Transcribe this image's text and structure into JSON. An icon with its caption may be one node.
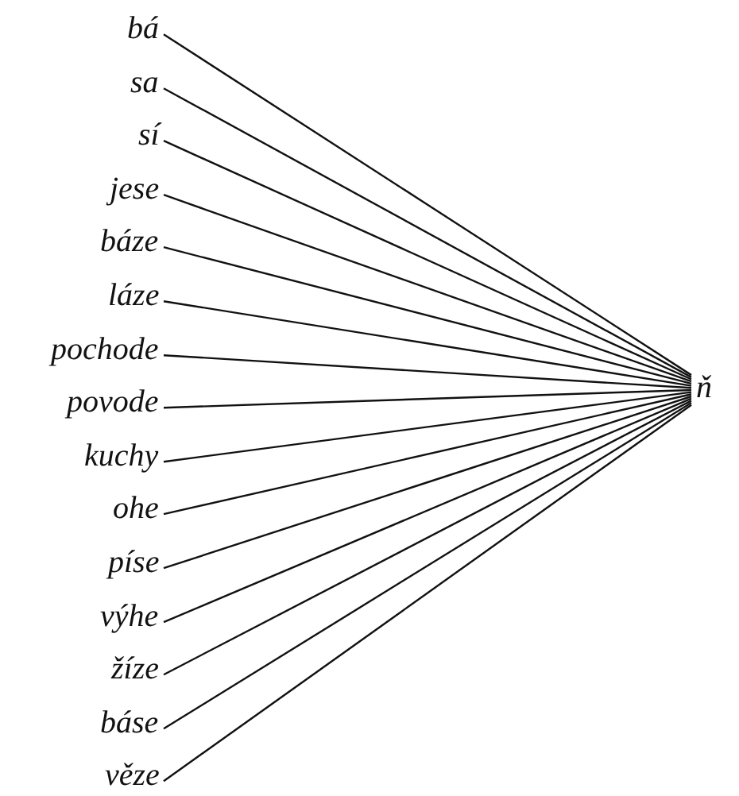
{
  "diagram": {
    "nodes": [
      {
        "text": [
          "bá"
        ]
      },
      {
        "text": [
          "sa"
        ]
      },
      {
        "text": [
          "sí"
        ]
      },
      {
        "text": [
          "jese"
        ]
      },
      {
        "text": [
          "báze"
        ]
      },
      {
        "text": [
          "láze"
        ]
      },
      {
        "text": [
          "pochode"
        ]
      },
      {
        "text": [
          "povode"
        ]
      },
      {
        "text": [
          "kuchy"
        ]
      },
      {
        "text": [
          "ohe"
        ]
      },
      {
        "text": [
          "píse"
        ]
      },
      {
        "text": [
          "výhe"
        ]
      },
      {
        "text": [
          "žíze"
        ]
      },
      {
        "text": [
          "báse"
        ]
      },
      {
        "text": [
          "věze"
        ]
      },
      {
        "text": [
          "ň"
        ]
      }
    ],
    "edges": [
      {
        "from": 0,
        "to": 15,
        "arrow": "none"
      },
      {
        "from": 1,
        "to": 15,
        "arrow": "none"
      },
      {
        "from": 2,
        "to": 15,
        "arrow": "none"
      },
      {
        "from": 3,
        "to": 15,
        "arrow": "none"
      },
      {
        "from": 4,
        "to": 15,
        "arrow": "none"
      },
      {
        "from": 5,
        "to": 15,
        "arrow": "none"
      },
      {
        "from": 6,
        "to": 15,
        "arrow": "none"
      },
      {
        "from": 7,
        "to": 15,
        "arrow": "none"
      },
      {
        "from": 8,
        "to": 15,
        "arrow": "none"
      },
      {
        "from": 9,
        "to": 15,
        "arrow": "none"
      },
      {
        "from": 10,
        "to": 15,
        "arrow": "none"
      },
      {
        "from": 11,
        "to": 15,
        "arrow": "none"
      },
      {
        "from": 12,
        "to": 15,
        "arrow": "none"
      },
      {
        "from": 13,
        "to": 15,
        "arrow": "none"
      },
      {
        "from": 14,
        "to": 15,
        "arrow": "none"
      }
    ]
  }
}
